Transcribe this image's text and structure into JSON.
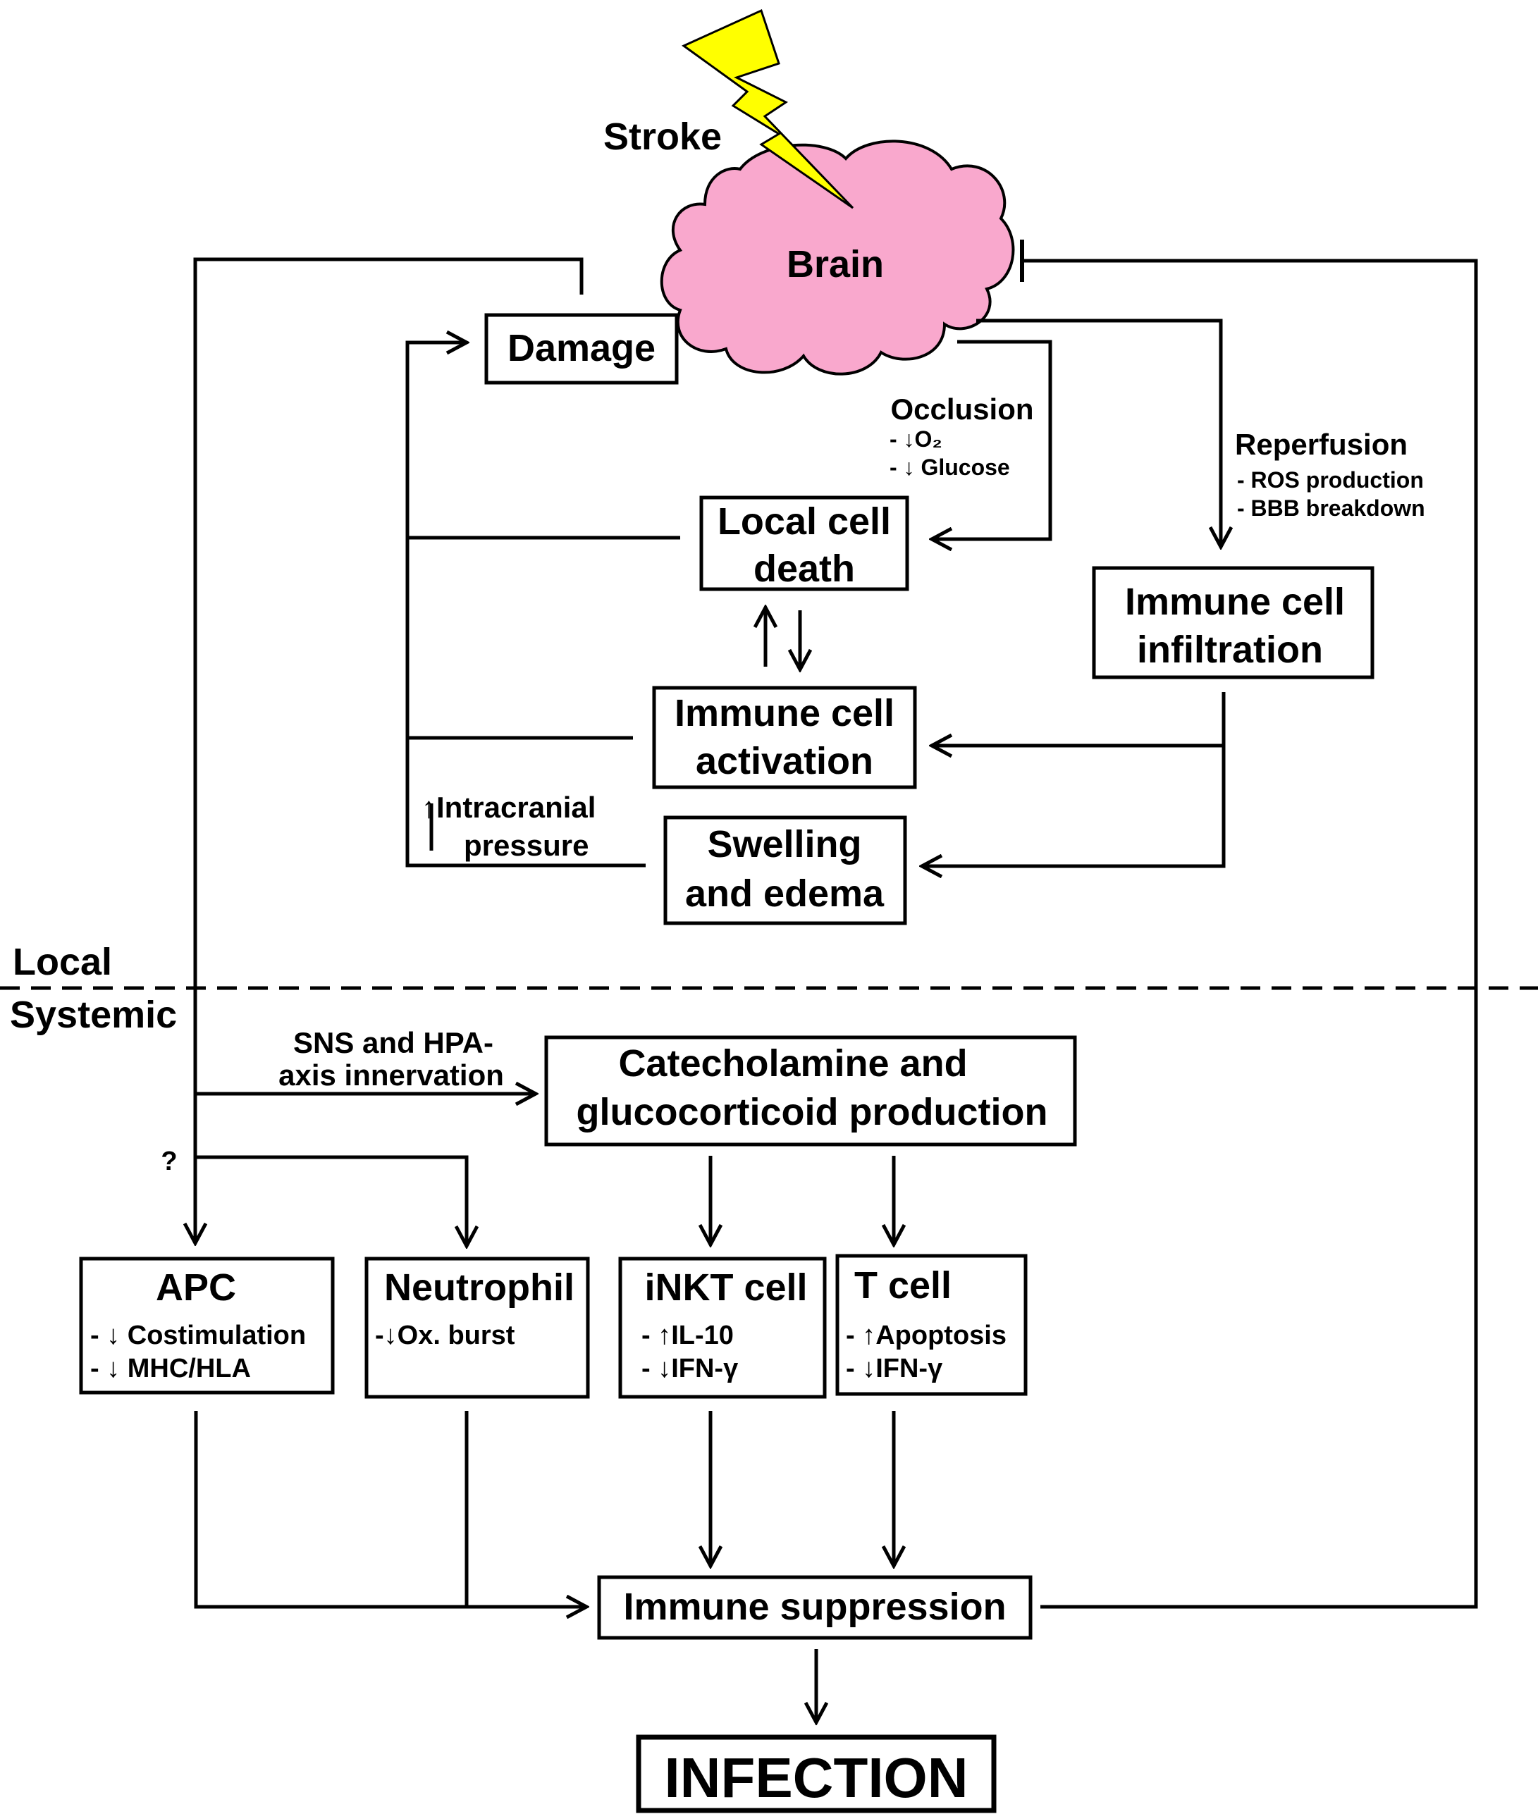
{
  "stroke_label": "Stroke",
  "brain_label": "Brain",
  "damage": "Damage",
  "occlusion": {
    "title": "Occlusion",
    "items": [
      "- ↓O₂",
      "- ↓ Glucose"
    ]
  },
  "reperfusion": {
    "title": "Reperfusion",
    "items": [
      "- ROS production",
      "- BBB breakdown"
    ]
  },
  "local_cell_death": [
    "Local cell",
    "death"
  ],
  "immune_cell_infiltration": [
    "Immune cell",
    "infiltration"
  ],
  "immune_cell_activation": [
    "Immune cell",
    "activation"
  ],
  "swelling_edema": [
    "Swelling",
    "and edema"
  ],
  "intracranial": [
    "↑Intracranial",
    "pressure"
  ],
  "zone_local": "Local",
  "zone_systemic": "Systemic",
  "sns_hpa": [
    "SNS and HPA-",
    "axis innervation"
  ],
  "catecholamine": [
    "Catecholamine and",
    "glucocorticoid production"
  ],
  "question_mark": "?",
  "apc": {
    "title": "APC",
    "items": [
      "- ↓ Costimulation",
      "- ↓ MHC/HLA"
    ]
  },
  "neutrophil": {
    "title": "Neutrophil",
    "items": [
      "-↓Ox. burst"
    ]
  },
  "inkt": {
    "title": "iNKT cell",
    "items": [
      "- ↑IL-10",
      "- ↓IFN-γ"
    ]
  },
  "tcell": {
    "title": "T cell",
    "items": [
      "- ↑Apoptosis",
      "- ↓IFN-γ"
    ]
  },
  "immune_suppression": "Immune suppression",
  "infection": "INFECTION",
  "colors": {
    "local": "#e8141c",
    "systemic": "#1aa8e8",
    "brain": "#f9a8cd",
    "bolt": "#ffff00"
  }
}
